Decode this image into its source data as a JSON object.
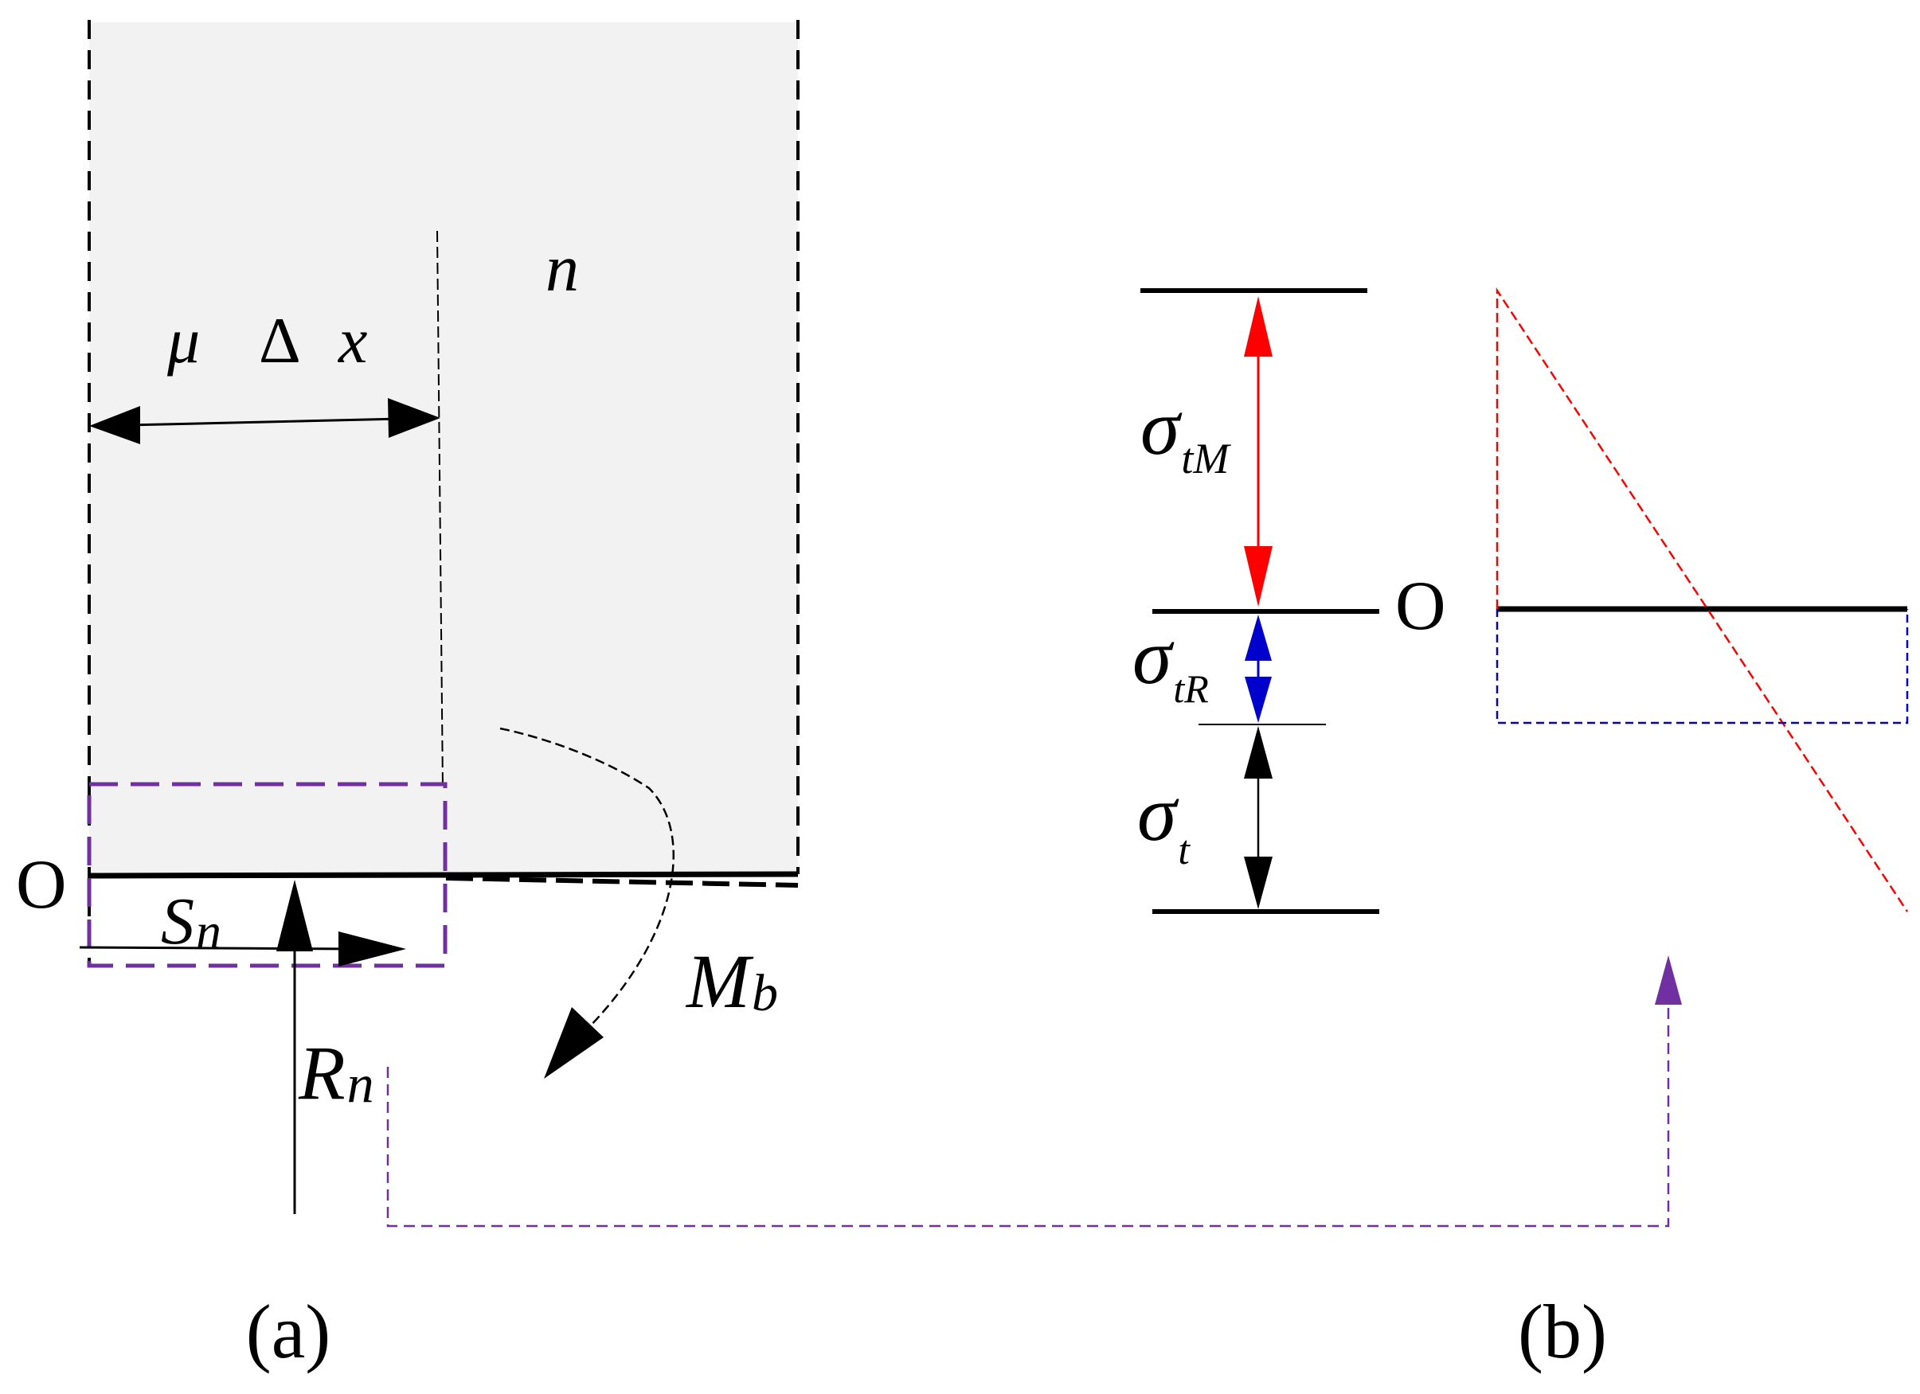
{
  "panel_a": {
    "caption": "(a)",
    "region_label": "n",
    "width_label": {
      "mu": "μ",
      "delta": "Δ",
      "x": "x"
    },
    "origin_label": "O",
    "shear_label": {
      "base": "S",
      "sub": "n"
    },
    "reaction_label": {
      "base": "R",
      "sub": "n"
    },
    "moment_label": {
      "base": "M",
      "sub": "b"
    }
  },
  "panel_b": {
    "caption": "(b)",
    "origin_label": "O",
    "stress_M": {
      "sigma": "σ",
      "sub": "tM"
    },
    "stress_R": {
      "sigma": "σ",
      "sub": "tR"
    },
    "stress_t": {
      "sigma": "σ",
      "sub": "t"
    }
  },
  "colors": {
    "region_fill": "#f2f2f2",
    "line": "#000000",
    "box": "#7030a0",
    "bending_arrow": "#ff0000",
    "reaction_arrow": "#0000cc",
    "connector": "#7030a0"
  }
}
